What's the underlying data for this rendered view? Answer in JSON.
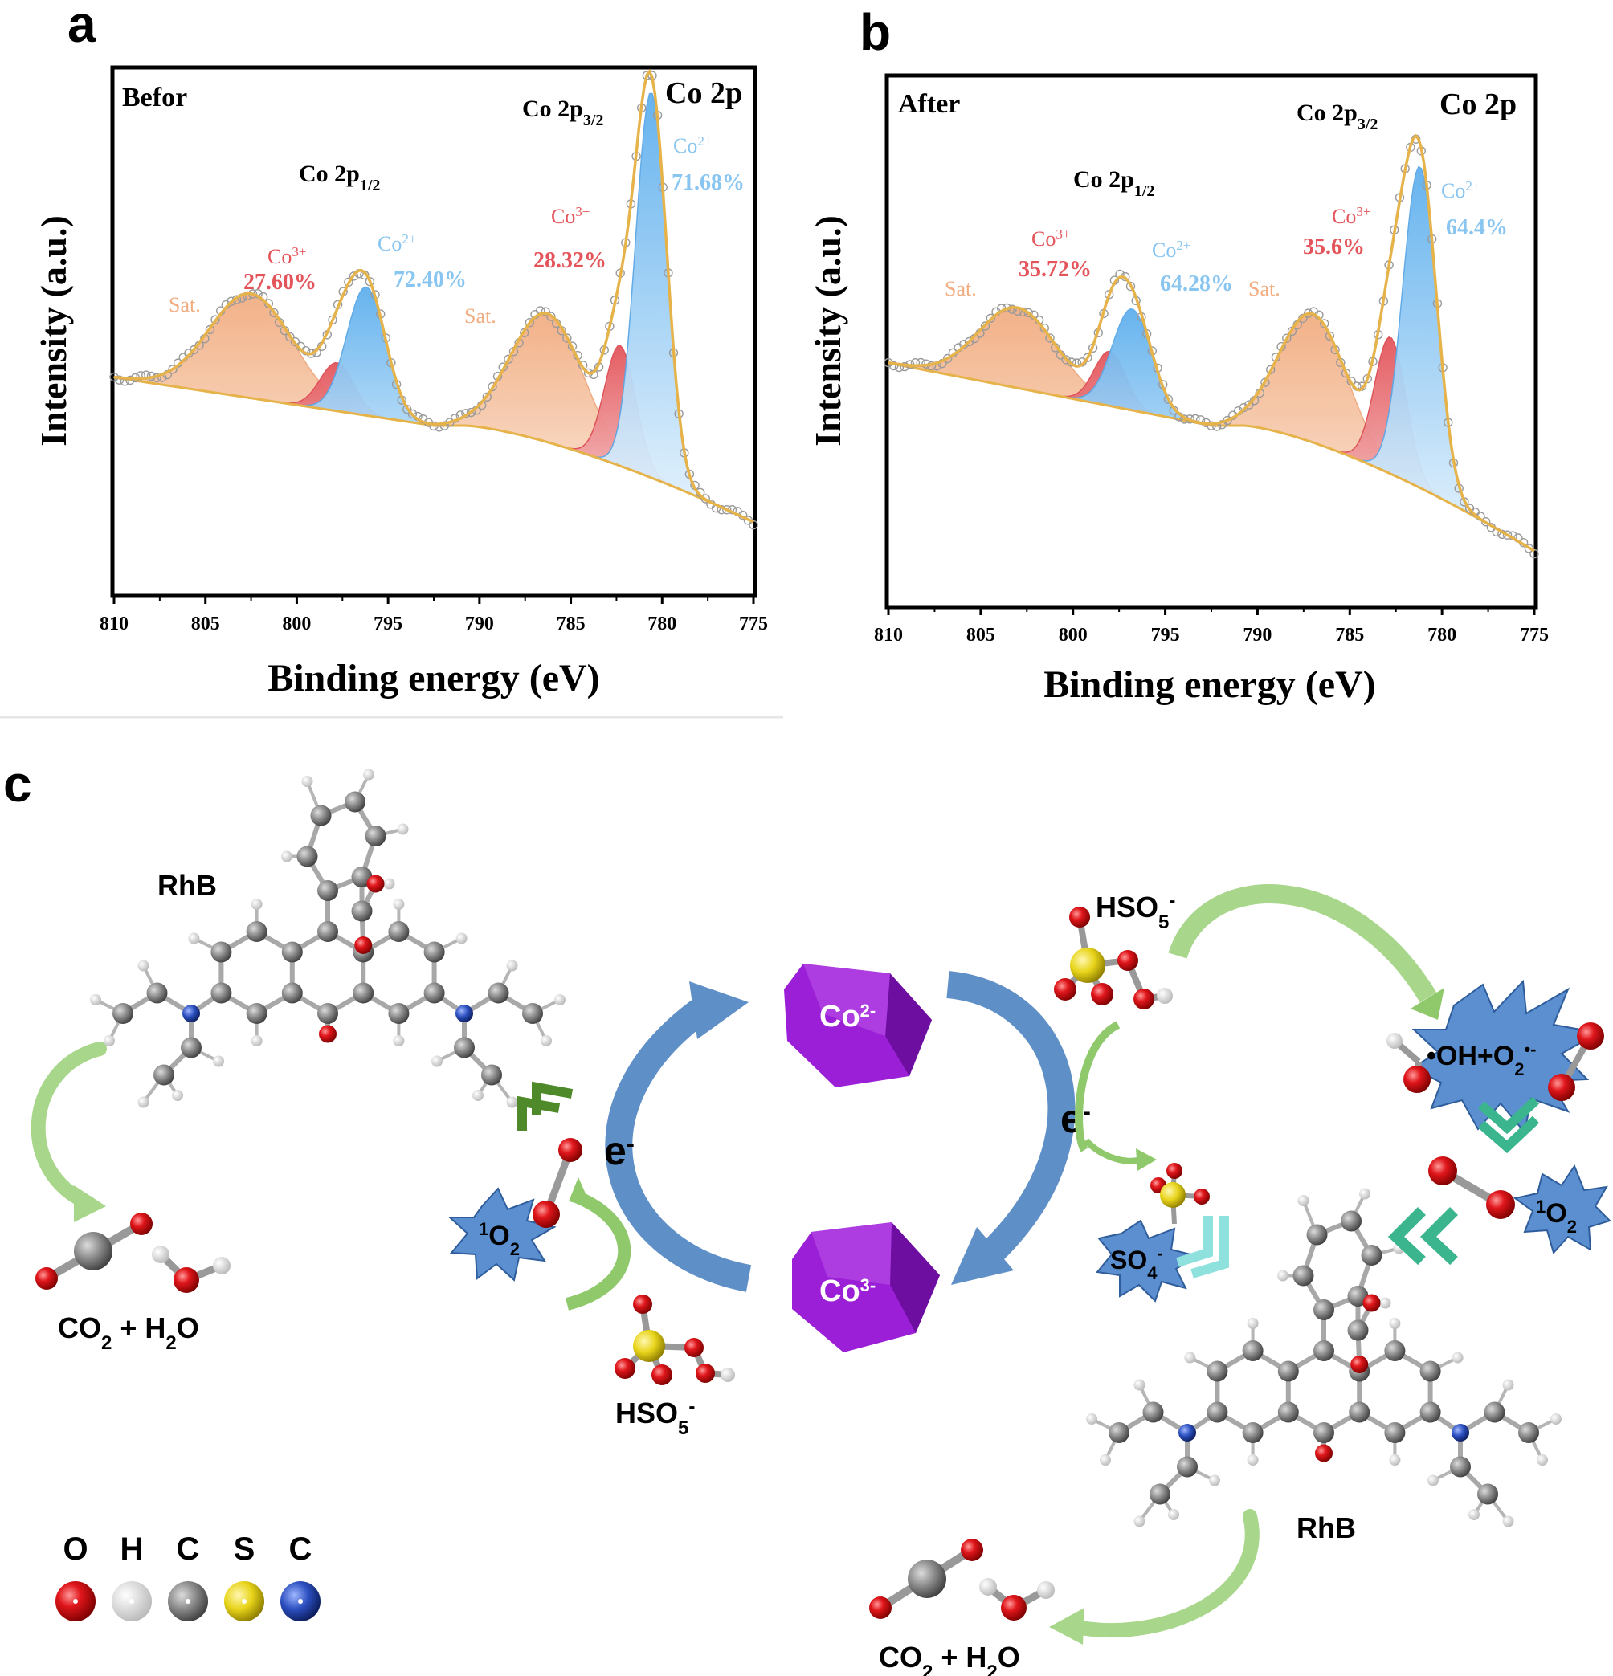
{
  "panels": {
    "a": {
      "letter": "a",
      "state_label": "Befor",
      "spectrum_label": "Co 2p",
      "ylabel": "Intensity (a.u.)",
      "xlabel": "Binding energy (eV)",
      "p12": {
        "base": "Co 2p",
        "sub": "1/2"
      },
      "p32": {
        "base": "Co 2p",
        "sub": "3/2"
      },
      "sat_label": "Sat.",
      "co3_base": "Co",
      "co3_sup": "3+",
      "co2_base": "Co",
      "co2_sup": "2+",
      "co3_p12_pct": "27.60%",
      "co2_p12_pct": "72.40%",
      "co3_p32_pct": "28.32%",
      "co2_p32_pct": "71.68%"
    },
    "b": {
      "letter": "b",
      "state_label": "After",
      "spectrum_label": "Co 2p",
      "ylabel": "Intensity (a.u.)",
      "xlabel": "Binding energy (eV)",
      "p12": {
        "base": "Co 2p",
        "sub": "1/2"
      },
      "p32": {
        "base": "Co 2p",
        "sub": "3/2"
      },
      "sat_label": "Sat.",
      "co3_base": "Co",
      "co3_sup": "3+",
      "co2_base": "Co",
      "co2_sup": "2+",
      "co3_p12_pct": "35.72%",
      "co2_p12_pct": "64.28%",
      "co3_p32_pct": "35.6%",
      "co2_p32_pct": "64.4%"
    }
  },
  "chart_data": [
    {
      "type": "area",
      "panel": "a",
      "xlim": [
        810,
        775
      ],
      "xticks": [
        810,
        805,
        800,
        795,
        790,
        785,
        780,
        775
      ],
      "xlabel": "Binding energy (eV)",
      "ylabel": "Intensity (a.u.)",
      "peaks": [
        {
          "label": "Sat.",
          "center_ev": 802.5,
          "component": "satellite"
        },
        {
          "label": "Co3+",
          "center_ev": 797.8,
          "share": "27.60%"
        },
        {
          "label": "Co2+",
          "center_ev": 796.2,
          "share": "72.40%"
        },
        {
          "label": "Sat.",
          "center_ev": 786.3,
          "component": "satellite"
        },
        {
          "label": "Co3+",
          "center_ev": 782.3,
          "share": "28.32%"
        },
        {
          "label": "Co2+",
          "center_ev": 780.6,
          "share": "71.68%"
        }
      ]
    },
    {
      "type": "area",
      "panel": "b",
      "xlim": [
        810,
        775
      ],
      "xticks": [
        810,
        805,
        800,
        795,
        790,
        785,
        780,
        775
      ],
      "xlabel": "Binding energy (eV)",
      "ylabel": "Intensity (a.u.)",
      "peaks": [
        {
          "label": "Sat.",
          "center_ev": 803.0,
          "component": "satellite"
        },
        {
          "label": "Co3+",
          "center_ev": 798.0,
          "share": "35.72%"
        },
        {
          "label": "Co2+",
          "center_ev": 796.8,
          "share": "64.28%"
        },
        {
          "label": "Sat.",
          "center_ev": 787.0,
          "component": "satellite"
        },
        {
          "label": "Co3+",
          "center_ev": 782.8,
          "share": "35.6%"
        },
        {
          "label": "Co2+",
          "center_ev": 781.2,
          "share": "64.4%"
        }
      ]
    }
  ],
  "scheme": {
    "letter": "c",
    "rhb_label": "RhB",
    "hso5": {
      "base": "HSO",
      "sub": "5",
      "sup": "-"
    },
    "co2_cat": {
      "base": "Co",
      "sup": "2-"
    },
    "co3_cat": {
      "base": "Co",
      "sup": "3-"
    },
    "e_minus": {
      "base": "e",
      "sup": "-"
    },
    "singlet_o2": {
      "pre": "1",
      "base": "O",
      "sub": "2"
    },
    "so4": {
      "base": "SO",
      "sub": "4",
      "sup": "-"
    },
    "radicals": {
      "pre": "•OH+O",
      "sub": "2",
      "sup": "•-"
    },
    "products": {
      "a": "CO",
      "a_sub": "2",
      "plus": " + H",
      "b_sub": "2",
      "end": "O"
    },
    "legend": [
      {
        "symbol": "O",
        "color": "#e0161b"
      },
      {
        "symbol": "H",
        "color": "#e8e8e8"
      },
      {
        "symbol": "C",
        "color": "#8a8a8a"
      },
      {
        "symbol": "S",
        "color": "#e8d41a"
      },
      {
        "symbol": "C",
        "color": "#2b4fbf"
      }
    ],
    "colors": {
      "catalyst": "#9a1fd6",
      "cycle_arrow": "#5e8fc7",
      "green_arrow": "#8fc96b",
      "chevron_dark": "#4f8a2a",
      "chevron_teal": "#3bb58e",
      "burst": "#5b8fd0"
    }
  }
}
